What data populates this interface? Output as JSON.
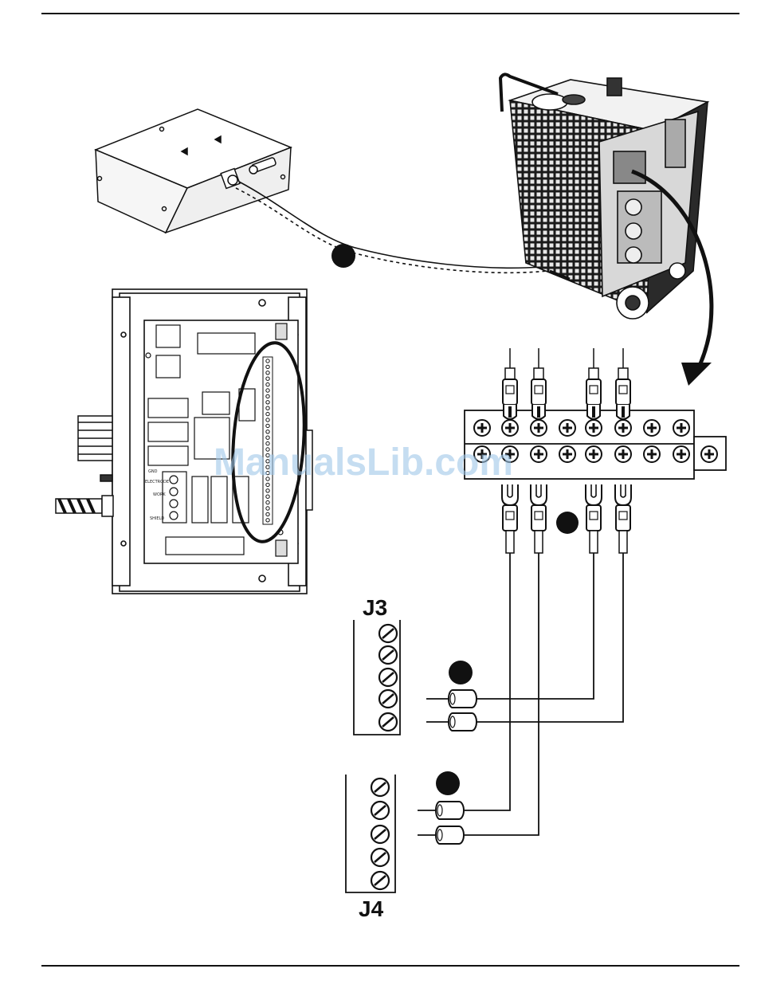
{
  "labels": {
    "j3": "J3",
    "j4": "J4"
  },
  "watermark": "ManualsLib.com",
  "board_labels": {
    "gnd": "GND",
    "electrode": "ELECTRODE",
    "work": "WORK",
    "shield": "SHIELD"
  },
  "colors": {
    "ink": "#111111",
    "watermark": "#9fc6e8"
  }
}
